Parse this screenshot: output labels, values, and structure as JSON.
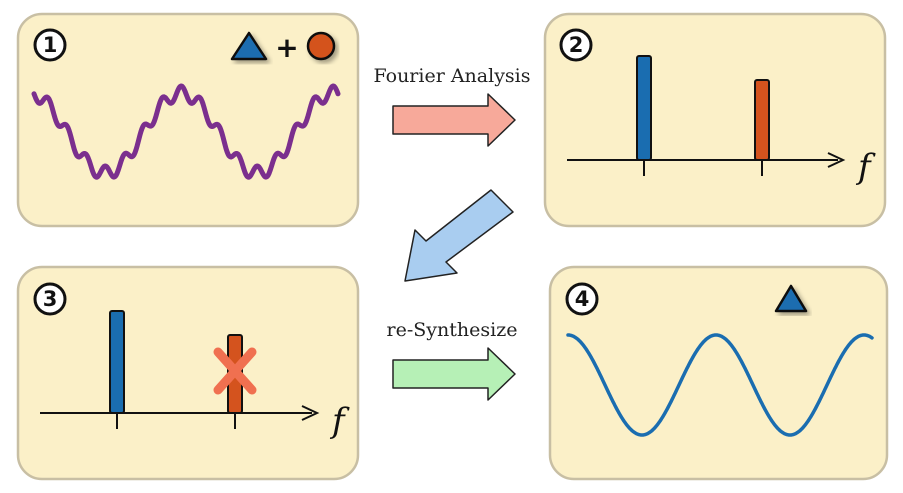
{
  "panels": [
    {
      "step": "1",
      "label": "mixed-signal"
    },
    {
      "step": "2",
      "label": "spectrum"
    },
    {
      "step": "3",
      "label": "filtered-spectrum"
    },
    {
      "step": "4",
      "label": "resynthesized-signal"
    }
  ],
  "arrows": {
    "analysis_label": "Fourier Analysis",
    "synthesis_label": "re-Synthesize"
  },
  "axis_label": "f",
  "plus_symbol": "+",
  "colors": {
    "panel_fill": "#fbf0c8",
    "mixed_wave": "#7b2f8e",
    "pure_wave": "#1a6db0",
    "component_blue": "#1a6db0",
    "component_orange": "#d4531e",
    "remove_mark": "#f07050",
    "arrow_analysis": "#f7a99a",
    "arrow_down": "#a9cdf0",
    "arrow_synthesis": "#b6f0b6"
  },
  "icons": {
    "component_a": "triangle-icon",
    "component_b": "circle-icon",
    "removed": "cross-icon"
  }
}
